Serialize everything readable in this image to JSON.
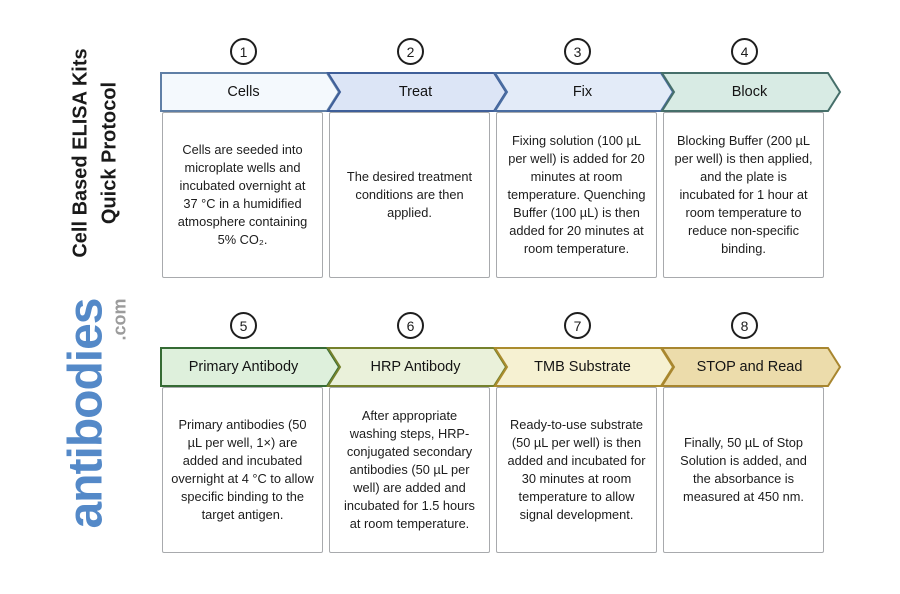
{
  "title": {
    "line1": "Cell Based ELISA Kits",
    "line2": "Quick Protocol"
  },
  "logo": {
    "brand": "antibodies",
    "tld": ".com",
    "brand_color": "#5489c8",
    "tld_color": "#9b9b9b"
  },
  "steps": [
    {
      "number": "1",
      "label": "Cells",
      "description": "Cells are seeded into microplate wells and incubated overnight at 37 °C in a humidified atmosphere containing 5% CO₂.",
      "fill": "#f4f9fd",
      "stroke": "#5f7fa6"
    },
    {
      "number": "2",
      "label": "Treat",
      "description": "The desired treatment conditions are then applied.",
      "fill": "#dce5f6",
      "stroke": "#3f5f99"
    },
    {
      "number": "3",
      "label": "Fix",
      "description": "Fixing solution (100 µL per well) is added for 20 minutes at room temperature. Quenching Buffer (100 µL) is then added for 20 minutes at room temperature.",
      "fill": "#e3ebf8",
      "stroke": "#4a6da1"
    },
    {
      "number": "4",
      "label": "Block",
      "description": "Blocking Buffer (200 µL per well) is then applied, and the plate is incubated for 1 hour at room temperature to reduce non-specific binding.",
      "fill": "#d8ebe4",
      "stroke": "#466f6a"
    },
    {
      "number": "5",
      "label": "Primary Antibody",
      "description": "Primary antibodies (50 µL per well, 1×) are added and incubated overnight at 4 °C to allow specific binding to the target antigen.",
      "fill": "#def0dc",
      "stroke": "#356b34"
    },
    {
      "number": "6",
      "label": "HRP Antibody",
      "description": "After appropriate washing steps, HRP-conjugated secondary antibodies (50 µL per well) are added and incubated for 1.5 hours at room temperature.",
      "fill": "#eaf1da",
      "stroke": "#75812c"
    },
    {
      "number": "7",
      "label": "TMB Substrate",
      "description": "Ready-to-use substrate (50 µL per well) is then added and incubated for 30 minutes at room temperature to allow signal development.",
      "fill": "#f6f1d2",
      "stroke": "#ab8c2e"
    },
    {
      "number": "8",
      "label": "STOP and Read",
      "description": "Finally, 50 µL of Stop Solution is added, and the absorbance is measured at 450 nm.",
      "fill": "#ecdcab",
      "stroke": "#a8862f"
    }
  ]
}
